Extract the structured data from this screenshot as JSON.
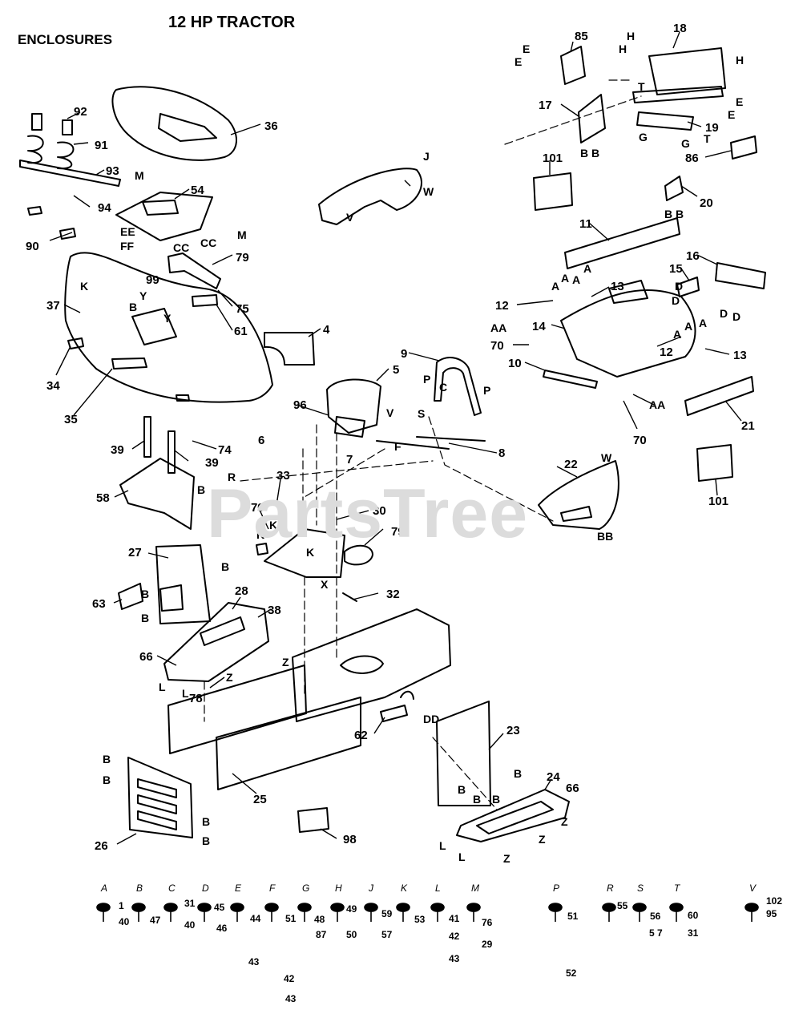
{
  "header": {
    "section": "ENCLOSURES",
    "title": "12 HP TRACTOR"
  },
  "watermark": "PartsTree",
  "callouts": [
    {
      "id": "c92",
      "text": "92"
    },
    {
      "id": "c91",
      "text": "91"
    },
    {
      "id": "c93",
      "text": "93"
    },
    {
      "id": "c94",
      "text": "94"
    },
    {
      "id": "c90",
      "text": "90"
    },
    {
      "id": "c36",
      "text": "36"
    },
    {
      "id": "c54",
      "text": "54"
    },
    {
      "id": "c79a",
      "text": "79"
    },
    {
      "id": "c75",
      "text": "75"
    },
    {
      "id": "c99",
      "text": "99"
    },
    {
      "id": "c37",
      "text": "37"
    },
    {
      "id": "c61",
      "text": "61"
    },
    {
      "id": "c34",
      "text": "34"
    },
    {
      "id": "c35",
      "text": "35"
    },
    {
      "id": "c4",
      "text": "4"
    },
    {
      "id": "c39a",
      "text": "39"
    },
    {
      "id": "c39b",
      "text": "39"
    },
    {
      "id": "c74",
      "text": "74"
    },
    {
      "id": "c58",
      "text": "58"
    },
    {
      "id": "c85",
      "text": "85"
    },
    {
      "id": "c18",
      "text": "18"
    },
    {
      "id": "c17",
      "text": "17"
    },
    {
      "id": "c19",
      "text": "19"
    },
    {
      "id": "c86",
      "text": "86"
    },
    {
      "id": "c101a",
      "text": "101"
    },
    {
      "id": "c20",
      "text": "20"
    },
    {
      "id": "c11",
      "text": "11"
    },
    {
      "id": "c16",
      "text": "16"
    },
    {
      "id": "c15",
      "text": "15"
    },
    {
      "id": "c12a",
      "text": "12"
    },
    {
      "id": "c13a",
      "text": "13"
    },
    {
      "id": "c14",
      "text": "14"
    },
    {
      "id": "c70a",
      "text": "70"
    },
    {
      "id": "c10",
      "text": "10"
    },
    {
      "id": "c12b",
      "text": "12"
    },
    {
      "id": "c13b",
      "text": "13"
    },
    {
      "id": "c70b",
      "text": "70"
    },
    {
      "id": "c21",
      "text": "21"
    },
    {
      "id": "c101b",
      "text": "101"
    },
    {
      "id": "c9",
      "text": "9"
    },
    {
      "id": "c5",
      "text": "5"
    },
    {
      "id": "c96",
      "text": "96"
    },
    {
      "id": "c6",
      "text": "6"
    },
    {
      "id": "c7",
      "text": "7"
    },
    {
      "id": "c8",
      "text": "8"
    },
    {
      "id": "c22",
      "text": "22"
    },
    {
      "id": "c33",
      "text": "33"
    },
    {
      "id": "c30",
      "text": "30"
    },
    {
      "id": "c79b",
      "text": "79"
    },
    {
      "id": "c79c",
      "text": "79"
    },
    {
      "id": "c32",
      "text": "32"
    },
    {
      "id": "c27",
      "text": "27"
    },
    {
      "id": "c63",
      "text": "63"
    },
    {
      "id": "c28",
      "text": "28"
    },
    {
      "id": "c38",
      "text": "38"
    },
    {
      "id": "c66a",
      "text": "66"
    },
    {
      "id": "c78",
      "text": "78"
    },
    {
      "id": "c62",
      "text": "62"
    },
    {
      "id": "c23",
      "text": "23"
    },
    {
      "id": "c24",
      "text": "24"
    },
    {
      "id": "c66b",
      "text": "66"
    },
    {
      "id": "c25",
      "text": "25"
    },
    {
      "id": "c26",
      "text": "26"
    },
    {
      "id": "c98",
      "text": "98"
    }
  ],
  "letter_tags": [
    {
      "id": "tE1",
      "text": "E"
    },
    {
      "id": "tE2",
      "text": "E"
    },
    {
      "id": "tH1",
      "text": "H"
    },
    {
      "id": "tH2",
      "text": "H"
    },
    {
      "id": "tH3",
      "text": "H"
    },
    {
      "id": "tT1",
      "text": "T"
    },
    {
      "id": "tE3",
      "text": "E"
    },
    {
      "id": "tE4",
      "text": "E"
    },
    {
      "id": "tG1",
      "text": "G"
    },
    {
      "id": "tG2",
      "text": "G"
    },
    {
      "id": "tT2",
      "text": "T"
    },
    {
      "id": "tBB1",
      "text": "B B"
    },
    {
      "id": "tBB2",
      "text": "B B"
    },
    {
      "id": "tJ",
      "text": "J"
    },
    {
      "id": "tW1",
      "text": "W"
    },
    {
      "id": "tV1",
      "text": "V"
    },
    {
      "id": "tM1",
      "text": "M"
    },
    {
      "id": "tM2",
      "text": "M"
    },
    {
      "id": "tEE",
      "text": "EE"
    },
    {
      "id": "tFF",
      "text": "FF"
    },
    {
      "id": "tCC1",
      "text": "CC"
    },
    {
      "id": "tCC2",
      "text": "CC"
    },
    {
      "id": "tK1",
      "text": "K"
    },
    {
      "id": "tY1",
      "text": "Y"
    },
    {
      "id": "tY2",
      "text": "Y"
    },
    {
      "id": "tB1",
      "text": "B"
    },
    {
      "id": "tA1",
      "text": "A"
    },
    {
      "id": "tA2",
      "text": "A"
    },
    {
      "id": "tA3",
      "text": "A"
    },
    {
      "id": "tA4",
      "text": "A"
    },
    {
      "id": "tD1",
      "text": "D"
    },
    {
      "id": "tD2",
      "text": "D"
    },
    {
      "id": "tD3",
      "text": "D"
    },
    {
      "id": "tD4",
      "text": "D"
    },
    {
      "id": "tAA1",
      "text": "AA"
    },
    {
      "id": "tA5",
      "text": "A"
    },
    {
      "id": "tA6",
      "text": "A"
    },
    {
      "id": "tA7",
      "text": "A"
    },
    {
      "id": "tAA2",
      "text": "AA"
    },
    {
      "id": "tP1",
      "text": "P"
    },
    {
      "id": "tC1",
      "text": "C"
    },
    {
      "id": "tP2",
      "text": "P"
    },
    {
      "id": "tV2",
      "text": "V"
    },
    {
      "id": "tS",
      "text": "S"
    },
    {
      "id": "tF",
      "text": "F"
    },
    {
      "id": "tW2",
      "text": "W"
    },
    {
      "id": "tBB3",
      "text": "BB"
    },
    {
      "id": "tR",
      "text": "R"
    },
    {
      "id": "tK2",
      "text": "K"
    },
    {
      "id": "tK3",
      "text": "K"
    },
    {
      "id": "tK4",
      "text": "K"
    },
    {
      "id": "tX",
      "text": "X"
    },
    {
      "id": "tB2",
      "text": "B"
    },
    {
      "id": "tB3",
      "text": "B"
    },
    {
      "id": "tB4",
      "text": "B"
    },
    {
      "id": "tB5",
      "text": "B"
    },
    {
      "id": "tZ1",
      "text": "Z"
    },
    {
      "id": "tZ2",
      "text": "Z"
    },
    {
      "id": "tL1",
      "text": "L"
    },
    {
      "id": "tL2",
      "text": "L"
    },
    {
      "id": "tDD",
      "text": "DD"
    },
    {
      "id": "tB6",
      "text": "B"
    },
    {
      "id": "tB7",
      "text": "B"
    },
    {
      "id": "tB8",
      "text": "B"
    },
    {
      "id": "tB9",
      "text": "B"
    },
    {
      "id": "tZ3",
      "text": "Z"
    },
    {
      "id": "tZ4",
      "text": "Z"
    },
    {
      "id": "tZ5",
      "text": "Z"
    },
    {
      "id": "tL3",
      "text": "L"
    },
    {
      "id": "tL4",
      "text": "L"
    },
    {
      "id": "tB10",
      "text": "B"
    },
    {
      "id": "tB11",
      "text": "B"
    },
    {
      "id": "tB12",
      "text": "B"
    },
    {
      "id": "tB13",
      "text": "B"
    }
  ],
  "hardware_legend": [
    {
      "letter": "A",
      "parts": [
        "1",
        "40"
      ]
    },
    {
      "letter": "B",
      "parts": [
        "47"
      ]
    },
    {
      "letter": "C",
      "parts": [
        "31",
        "40"
      ]
    },
    {
      "letter": "D",
      "parts": [
        "45",
        "46"
      ]
    },
    {
      "letter": "E",
      "parts": [
        "44",
        "43"
      ]
    },
    {
      "letter": "F",
      "parts": [
        "51",
        "42",
        "43"
      ]
    },
    {
      "letter": "G",
      "parts": [
        "48",
        "87"
      ]
    },
    {
      "letter": "H",
      "parts": [
        "49",
        "50"
      ]
    },
    {
      "letter": "J",
      "parts": [
        "59",
        "57"
      ]
    },
    {
      "letter": "K",
      "parts": [
        "53"
      ]
    },
    {
      "letter": "L",
      "parts": [
        "41",
        "42",
        "43"
      ]
    },
    {
      "letter": "M",
      "parts": [
        "76",
        "29"
      ]
    },
    {
      "letter": "P",
      "parts": [
        "51",
        "52"
      ]
    },
    {
      "letter": "R",
      "parts": [
        "55"
      ]
    },
    {
      "letter": "S",
      "parts": [
        "56",
        "5 7"
      ]
    },
    {
      "letter": "T",
      "parts": [
        "60",
        "31"
      ]
    },
    {
      "letter": "V",
      "parts": [
        "102",
        "95"
      ]
    }
  ]
}
